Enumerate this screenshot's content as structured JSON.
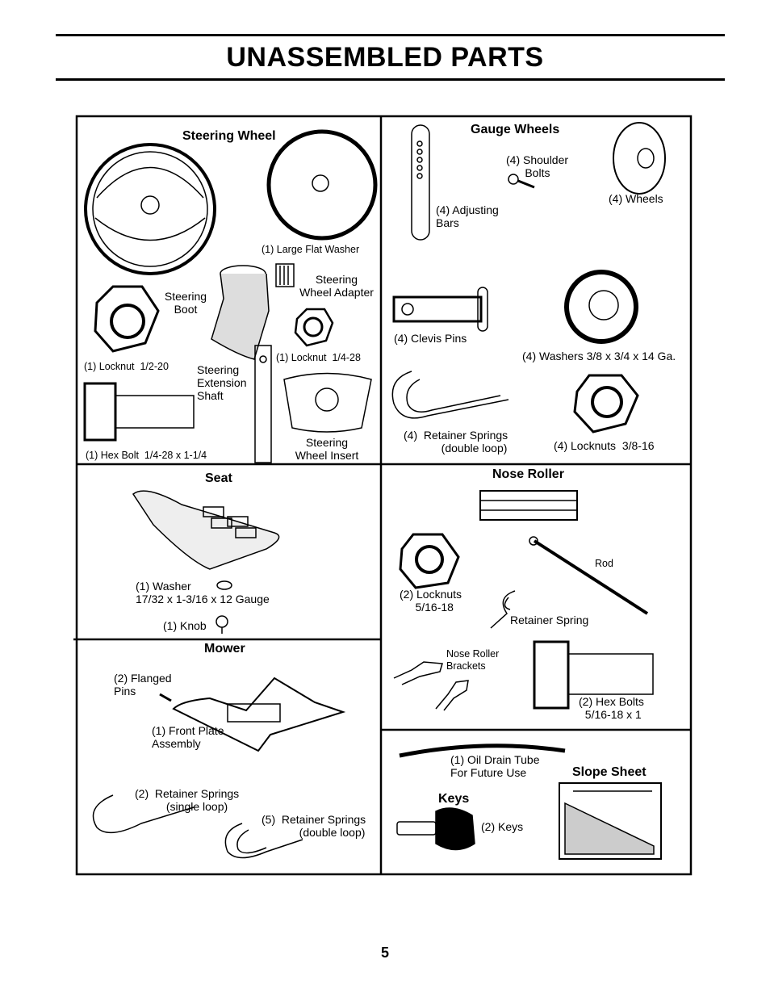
{
  "page": {
    "title": "UNASSEMBLED PARTS",
    "page_number": "5"
  },
  "sections": {
    "steering_wheel": {
      "heading": "Steering Wheel",
      "labels": {
        "large_flat_washer": "(1) Large Flat Washer",
        "steering_wheel_adapter": "Steering\nWheel Adapter",
        "steering_boot": "Steering\nBoot",
        "locknut_half": "(1) Locknut  1/2-20",
        "locknut_quarter": "(1) Locknut  1/4-28",
        "extension_shaft": "Steering\nExtension\nShaft",
        "hex_bolt": "(1) Hex Bolt  1/4-28 x 1-1/4",
        "wheel_insert": "Steering\nWheel Insert"
      }
    },
    "gauge_wheels": {
      "heading": "Gauge Wheels",
      "labels": {
        "shoulder_bolts": "(4) Shoulder\n      Bolts",
        "wheels": "(4) Wheels",
        "adjusting_bars": "(4) Adjusting\nBars",
        "clevis_pins": "(4) Clevis Pins",
        "washers": "(4) Washers 3/8 x 3/4 x 14 Ga.",
        "retainer_springs": "(4)  Retainer Springs\n            (double loop)",
        "locknuts": "(4) Locknuts  3/8-16"
      }
    },
    "seat": {
      "heading": "Seat",
      "labels": {
        "washer": "(1) Washer\n17/32 x 1-3/16 x 12 Gauge",
        "knob": "(1) Knob"
      }
    },
    "nose_roller": {
      "heading": "Nose Roller",
      "labels": {
        "rod": "Rod",
        "locknuts": "(2) Locknuts\n     5/16-18",
        "retainer_spring": "Retainer Spring",
        "brackets": "Nose Roller\nBrackets",
        "hex_bolts": "(2) Hex Bolts\n  5/16-18 x 1"
      }
    },
    "mower": {
      "heading": "Mower",
      "labels": {
        "flanged_pins": "(2) Flanged\nPins",
        "front_plate": "(1) Front Plate\nAssembly",
        "retainer_single": "(2)  Retainer Springs\n          (single loop)",
        "retainer_double": "(5)  Retainer Springs\n            (double loop)"
      }
    },
    "misc": {
      "oil_drain_tube": "(1) Oil Drain Tube\nFor Future Use",
      "slope_sheet_heading": "Slope Sheet",
      "keys_heading": "Keys",
      "keys_label": "(2) Keys"
    }
  }
}
